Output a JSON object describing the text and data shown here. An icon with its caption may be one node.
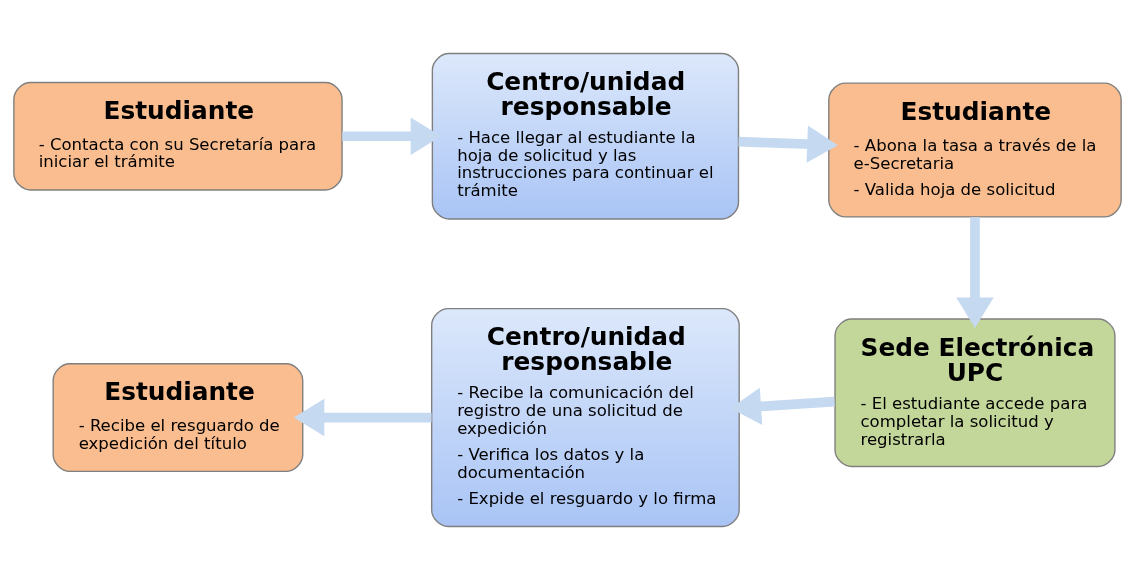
{
  "diagram": {
    "nodes": [
      {
        "text": [
          "Estudiante",
          "- Contacta con su Secretaría para iniciar el trámite"
        ]
      },
      {
        "text": [
          "Centro/unidad responsable",
          "- Hace llegar al estudiante la hoja de solicitud y las instrucciones para continuar el trámite"
        ]
      },
      {
        "text": [
          "Estudiante",
          "- Abona la tasa a través de la e-Secretaria",
          "- Valida hoja de solicitud"
        ]
      },
      {
        "text": [
          "Sede Electrónica UPC",
          "- El estudiante accede para completar la solicitud y registrarla"
        ]
      },
      {
        "text": [
          "Centro/unidad responsable",
          "- Recibe la comunicación del registro de una solicitud de expedición",
          "- Verifica los datos y la documentación",
          "- Expide el resguardo y lo firma"
        ]
      },
      {
        "text": [
          "Estudiante",
          "- Recibe el resguardo de expedición del título"
        ]
      }
    ],
    "edges": [
      {
        "from": 0,
        "to": 1,
        "arrow": "to"
      },
      {
        "from": 1,
        "to": 2,
        "arrow": "to"
      },
      {
        "from": 2,
        "to": 3,
        "arrow": "to"
      },
      {
        "from": 3,
        "to": 4,
        "arrow": "to"
      },
      {
        "from": 4,
        "to": 5,
        "arrow": "to"
      }
    ]
  }
}
